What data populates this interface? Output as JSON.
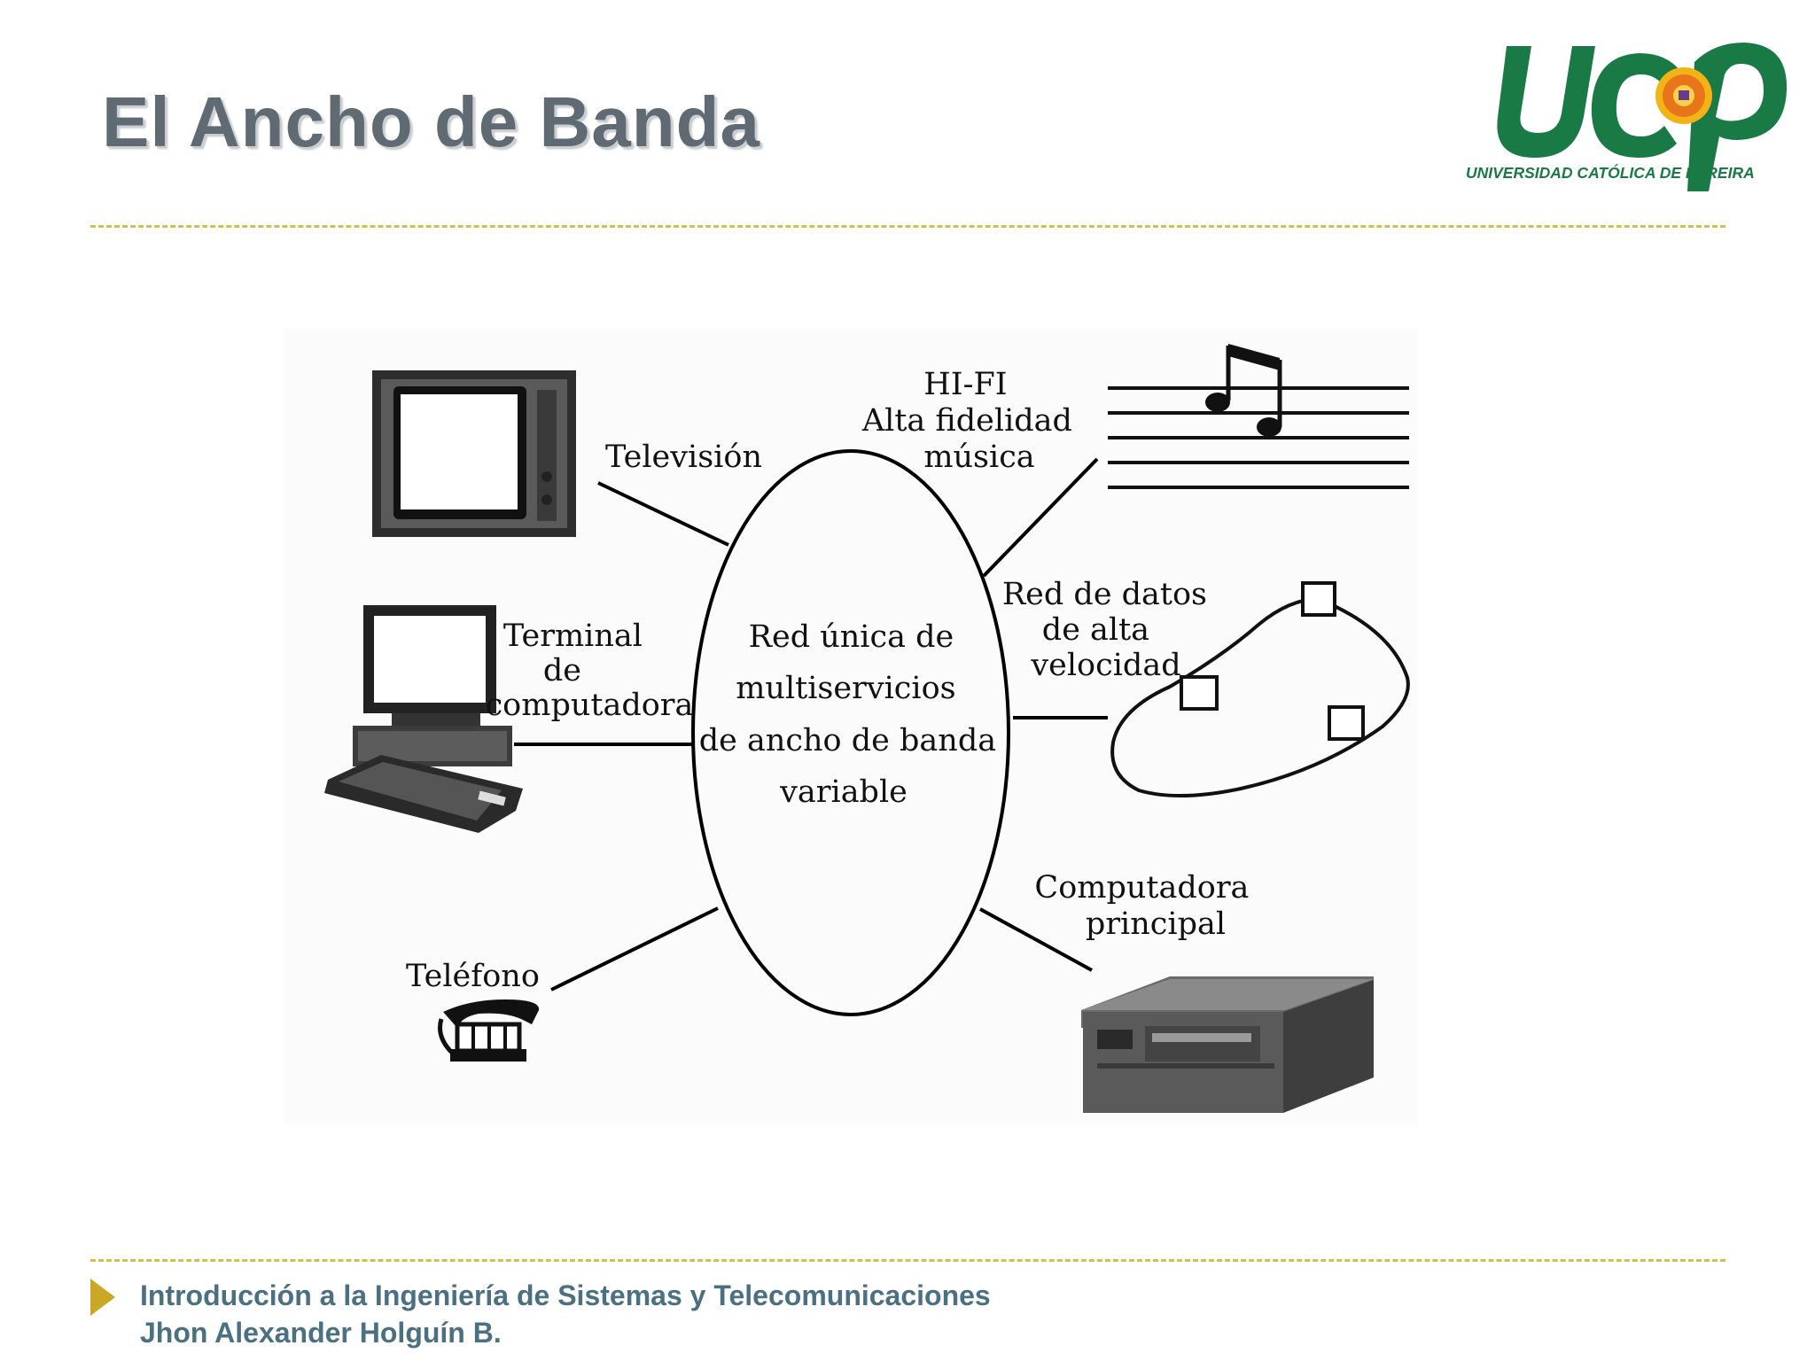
{
  "slide": {
    "title": "El Ancho de Banda"
  },
  "logo": {
    "letters": "UCP",
    "caption": "UNIVERSIDAD CATÓLICA DE PEREIRA",
    "brand_color": "#1a7a46",
    "accent_color": "#e8751a"
  },
  "diagram": {
    "center": [
      "Red única de",
      "multiservicios",
      "de ancho de banda",
      "variable"
    ],
    "television": [
      "Televisión"
    ],
    "terminal": [
      "Terminal",
      "de",
      "computadora"
    ],
    "telefono": [
      "Teléfono"
    ],
    "hifi": [
      "HI-FI",
      "Alta fidelidad",
      "música"
    ],
    "datos": [
      "Red de datos",
      "de alta",
      "velocidad"
    ],
    "principal": [
      "Computadora",
      "principal"
    ]
  },
  "footer": {
    "line1": "Introducción a la Ingeniería de Sistemas y Telecomunicaciones",
    "line2": "Jhon Alexander Holguín B."
  },
  "colors": {
    "title": "#5f6a72",
    "rule": "#d1c14c",
    "footer_text": "#4b7082",
    "footer_arrow": "#c9a825"
  }
}
